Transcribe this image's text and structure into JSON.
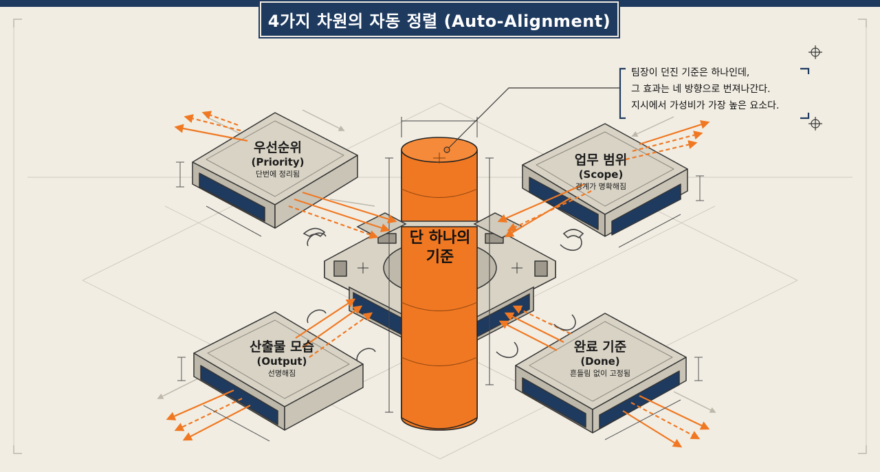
{
  "title": "4가지 차원의 자동 정렬 (Auto-Alignment)",
  "center": {
    "line1": "단 하나의",
    "line2": "기준"
  },
  "callout": {
    "line1": "팀장이 던진 기준은 하나인데,",
    "line2": "그 효과는 네 방향으로 번져나간다.",
    "line3": "지시에서 가성비가 가장 높은 요소다."
  },
  "modules": {
    "priority": {
      "ko": "우선순위",
      "en": "(Priority)",
      "sub": "단번에 정리됨"
    },
    "scope": {
      "ko": "업무 범위",
      "en": "(Scope)",
      "sub": "경계가 명확해짐"
    },
    "output": {
      "ko": "산출물 모습",
      "en": "(Output)",
      "sub": "선명해짐"
    },
    "done": {
      "ko": "완료 기준",
      "en": "(Done)",
      "sub": "흔들림 없이 고정됨"
    }
  },
  "colors": {
    "navy": "#1e3a5f",
    "orange": "#f07822",
    "background": "#f1ede3",
    "gray": "#c9c4b6"
  }
}
